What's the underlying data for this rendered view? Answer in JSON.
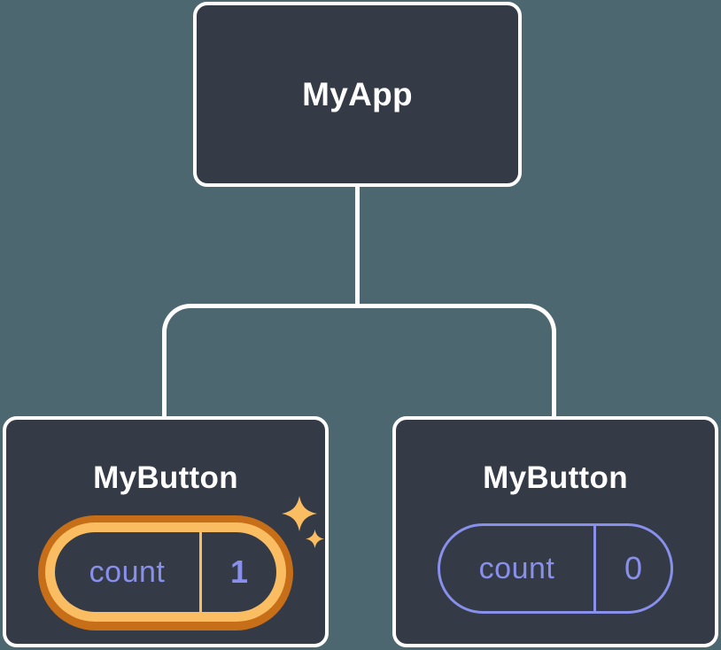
{
  "colors": {
    "background": "#4C6770",
    "card": "#343A46",
    "connector": "#FFFFFF",
    "card_border": "#FFFFFF",
    "text_primary": "#FFFFFF",
    "state_purple": "#8890EC",
    "highlight_orange": "#FABD62",
    "highlight_orange_dark": "#C76E18"
  },
  "diagram": {
    "type": "component-tree",
    "root": {
      "label": "MyApp"
    },
    "children": [
      {
        "label": "MyButton",
        "state": {
          "key": "count",
          "value": "1"
        },
        "highlighted": true,
        "sparkles": true
      },
      {
        "label": "MyButton",
        "state": {
          "key": "count",
          "value": "0"
        },
        "highlighted": false,
        "sparkles": false
      }
    ]
  }
}
